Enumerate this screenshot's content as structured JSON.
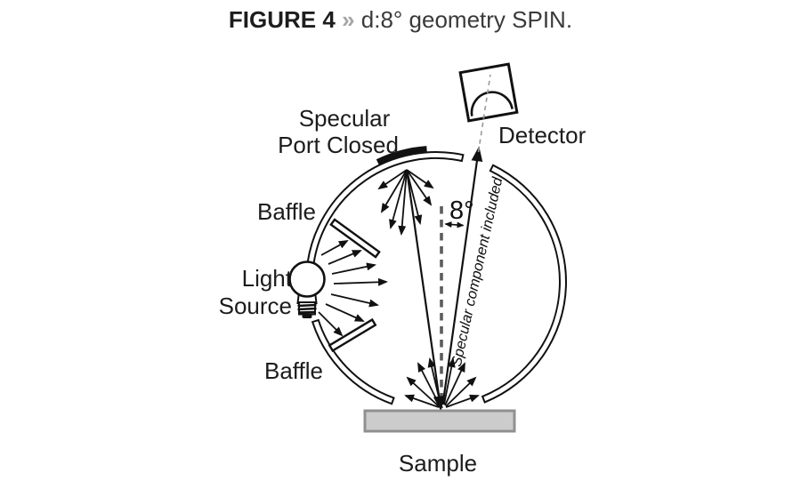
{
  "title": {
    "figure": "FIGURE 4",
    "chevron": "»",
    "text": "d:8° geometry SPIN."
  },
  "labels": {
    "specular_port_line1": "Specular",
    "specular_port_line2": "Port Closed",
    "baffle_top": "Baffle",
    "light_source_line1": "Light",
    "light_source_line2": "Source",
    "baffle_bottom": "Baffle",
    "detector": "Detector",
    "angle": "8°",
    "beam_annotation": "Specular component included",
    "sample": "Sample"
  },
  "colors": {
    "ink": "#111111",
    "label_text": "#1c1c1c",
    "title_text": "#1d1d1d",
    "title_chevron": "#a6a6a6",
    "caption_text": "#3a3a3a",
    "normal_dash": "#5c5c5c",
    "detector_dash": "#999999",
    "sample_fill": "#cccccc",
    "sample_border": "#909090"
  }
}
